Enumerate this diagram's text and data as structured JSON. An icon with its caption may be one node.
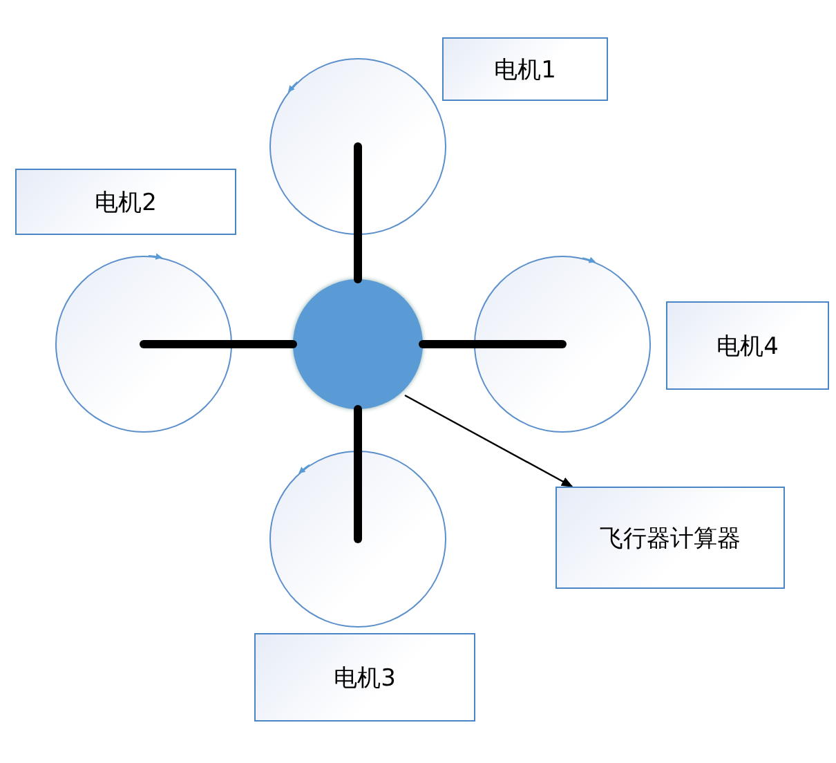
{
  "diagram": {
    "nodes": [
      {
        "text": [
          "电机1"
        ]
      },
      {
        "text": [],
        "shape": "circle"
      },
      {
        "text": [
          "电机2"
        ]
      },
      {
        "text": [],
        "shape": "circle"
      },
      {
        "text": [],
        "shape": "circle"
      },
      {
        "text": [],
        "shape": "circle"
      },
      {
        "text": [
          "电机4"
        ]
      },
      {
        "text": [],
        "shape": "circle"
      },
      {
        "text": [
          "飞行器计算器"
        ]
      },
      {
        "text": [
          "电机3"
        ]
      }
    ],
    "edges": [
      {
        "from": 4,
        "to": 1,
        "arrow": "none"
      },
      {
        "from": 4,
        "to": 3,
        "arrow": "none"
      },
      {
        "from": 4,
        "to": 5,
        "arrow": "none"
      },
      {
        "from": 4,
        "to": 7,
        "arrow": "none"
      },
      {
        "from": 4,
        "to": 8,
        "arrow": "to"
      }
    ]
  }
}
